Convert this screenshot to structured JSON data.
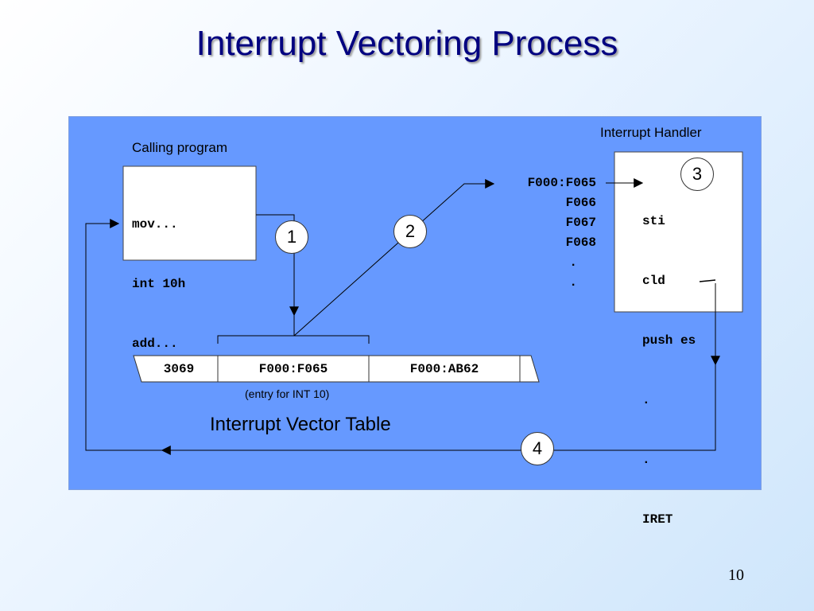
{
  "slide": {
    "title": "Interrupt Vectoring Process",
    "page_number": "10"
  },
  "calling_program": {
    "label": "Calling program",
    "lines": [
      "mov...",
      "int 10h",
      "add..."
    ]
  },
  "interrupt_handler": {
    "label": "Interrupt Handler",
    "addresses": [
      "F000:F065",
      "F066",
      "F067",
      "F068",
      ".",
      "."
    ],
    "instructions": [
      "sti",
      "cld",
      "push es",
      ".",
      ".",
      "IRET"
    ]
  },
  "vector_table": {
    "cells": [
      "3069",
      "F000:F065",
      "F000:AB62"
    ],
    "entry_note": "(entry for INT 10)",
    "label": "Interrupt Vector Table"
  },
  "steps": [
    "1",
    "2",
    "3",
    "4"
  ],
  "colors": {
    "panel": "#6699ff",
    "title": "#000080"
  }
}
